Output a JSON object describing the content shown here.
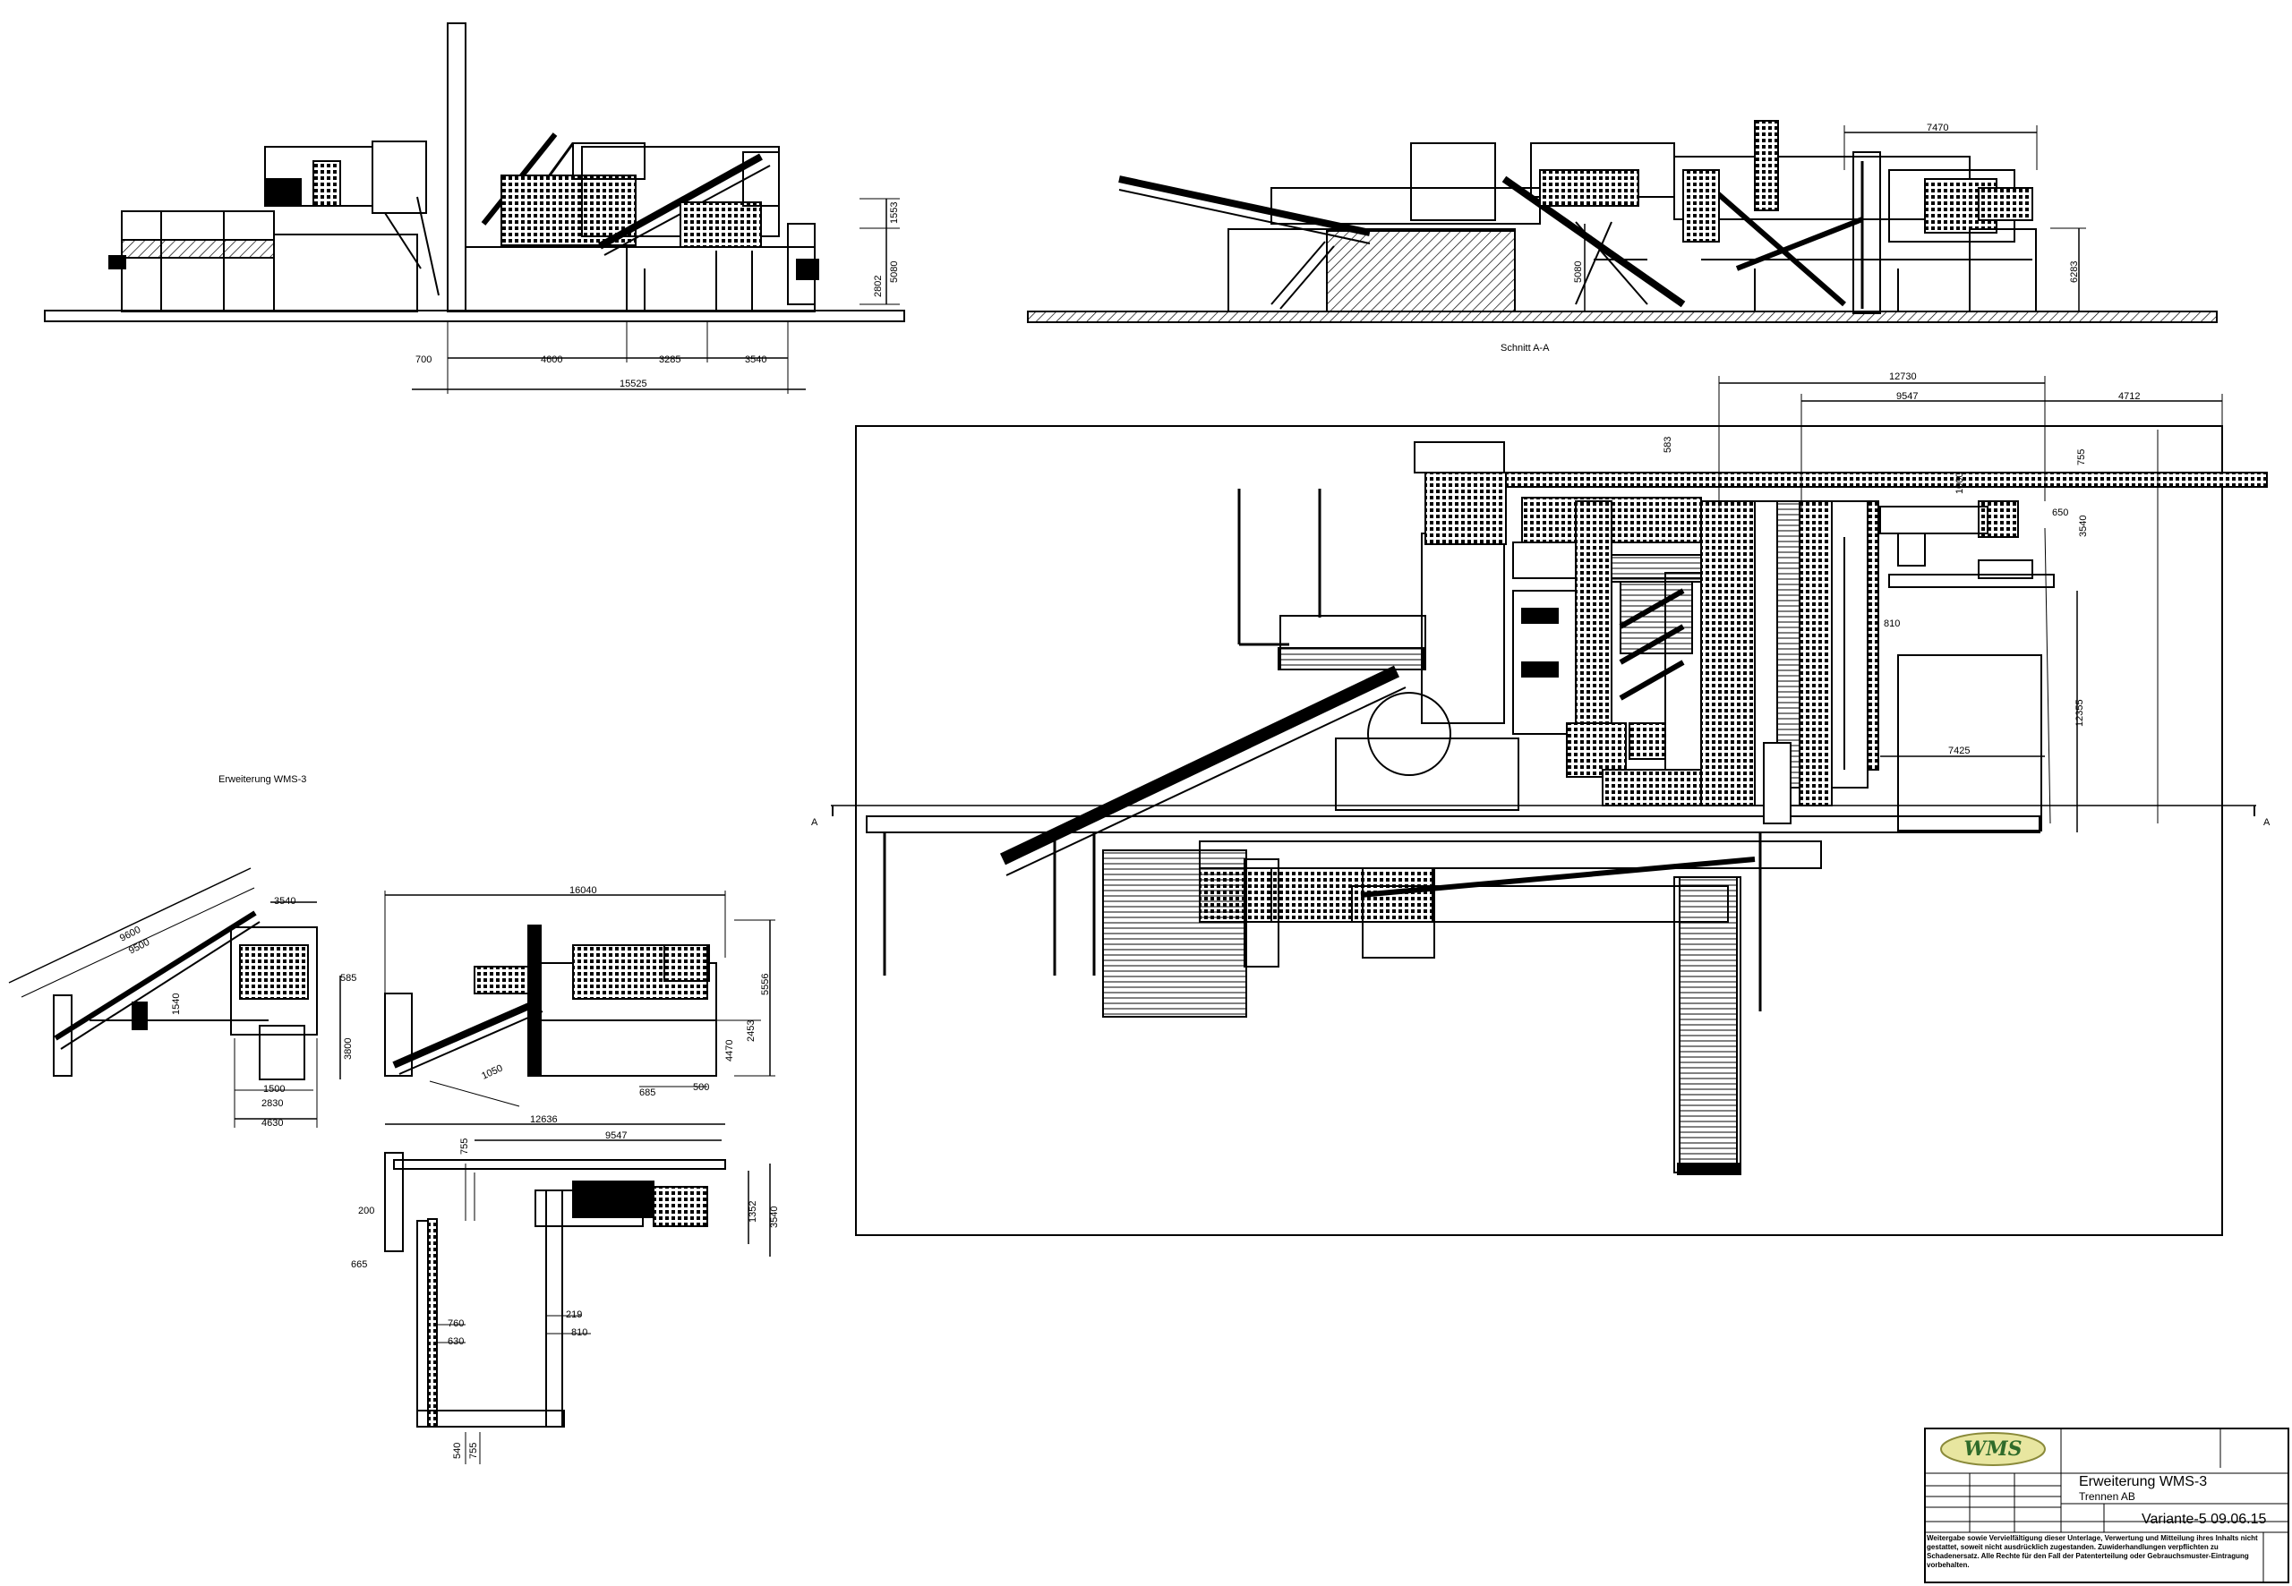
{
  "labels": {
    "section_label": "Schnitt A-A",
    "view_caption": "Erweiterung WMS-3",
    "section_mark_left": "A",
    "section_mark_right": "A"
  },
  "dims_front": [
    "700",
    "4600",
    "3285",
    "3540",
    "15525",
    "1553",
    "5080",
    "2802"
  ],
  "dims_section": [
    "7470",
    "5080",
    "6283"
  ],
  "dims_plan": [
    "12730",
    "9547",
    "4712",
    "583",
    "755",
    "1000",
    "650",
    "3540",
    "810",
    "12355",
    "7425"
  ],
  "dims_small_side": [
    "9600",
    "9500",
    "3540",
    "585",
    "1540",
    "3800",
    "1500",
    "2830",
    "4630"
  ],
  "dims_small_front": [
    "16040",
    "5556",
    "4470",
    "2453",
    "1050",
    "500",
    "685"
  ],
  "dims_small_plan": [
    "12636",
    "9547",
    "1352",
    "755",
    "3540",
    "200",
    "665",
    "760",
    "630",
    "219",
    "810",
    "540",
    "755"
  ],
  "title_block": {
    "logo": "WMS",
    "title": "Erweiterung WMS-3",
    "subtitle": "Trennen AB",
    "variant": "Variante-5 09.06.15",
    "notes": "Weitergabe sowie Vervielfältigung dieser Unterlage, Verwertung und Mitteilung ihres Inhalts nicht gestattet, soweit nicht ausdrücklich zugestanden. Zuwiderhandlungen verpflichten zu Schadenersatz. Alle Rechte für den Fall der Patenterteilung oder Gebrauchsmuster-Eintragung vorbehalten."
  }
}
